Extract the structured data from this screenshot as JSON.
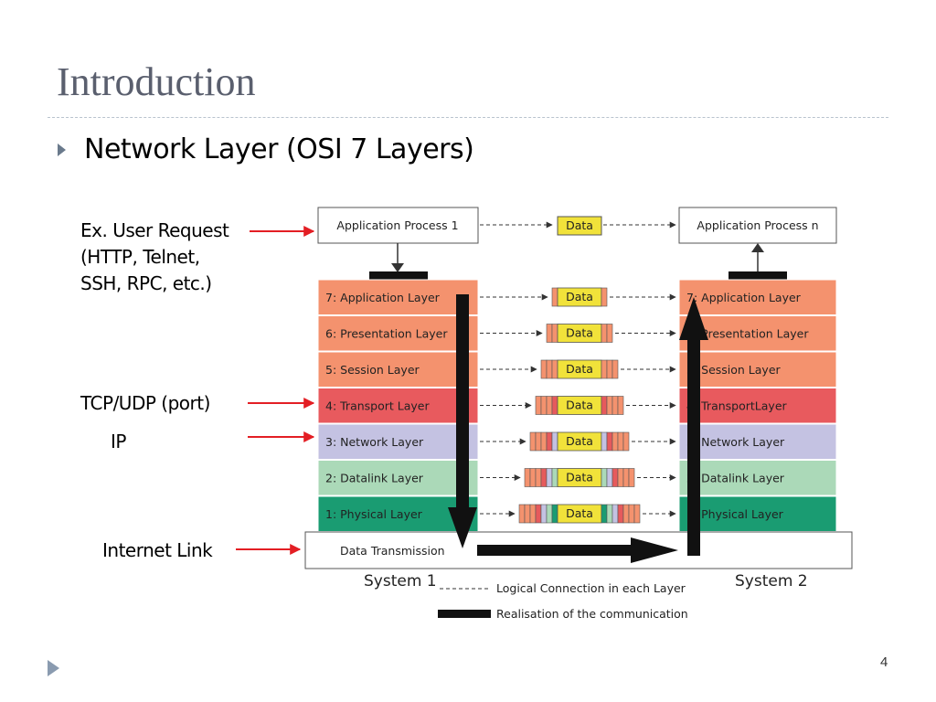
{
  "slide": {
    "title": "Introduction",
    "bullet": "Network Layer (OSI 7 Layers)",
    "page_number": "4"
  },
  "annotations": {
    "user_request": [
      "Ex. User Request",
      "(HTTP, Telnet,",
      "SSH, RPC, etc.)"
    ],
    "tcp_udp": "TCP/UDP (port)",
    "ip": "IP",
    "internet_link": "Internet Link"
  },
  "diagram": {
    "app_process_left": "Application Process 1",
    "app_process_right": "Application Process n",
    "data_label": "Data",
    "layers_left": [
      {
        "label": "7: Application Layer",
        "color": "#f4926e"
      },
      {
        "label": "6: Presentation Layer",
        "color": "#f4926e"
      },
      {
        "label": "5: Session Layer",
        "color": "#f4926e"
      },
      {
        "label": "4: Transport Layer",
        "color": "#e85a5e"
      },
      {
        "label": "3: Network Layer",
        "color": "#c4c2e2"
      },
      {
        "label": "2: Datalink Layer",
        "color": "#abd9b8"
      },
      {
        "label": "1: Physical Layer",
        "color": "#1a9c72"
      }
    ],
    "layers_right": [
      {
        "label": "7: Application Layer",
        "color": "#f4926e"
      },
      {
        "label": "6: Presentation Layer",
        "color": "#f4926e"
      },
      {
        "label": "5: Session Layer",
        "color": "#f4926e"
      },
      {
        "label": "4: TransportLayer",
        "color": "#e85a5e"
      },
      {
        "label": "3: Network Layer",
        "color": "#c4c2e2"
      },
      {
        "label": "2: Datalink Layer",
        "color": "#abd9b8"
      },
      {
        "label": "1: Physical Layer",
        "color": "#1a9c72"
      }
    ],
    "data_transmission": "Data Transmission",
    "system_left": "System 1",
    "system_right": "System 2",
    "legend": {
      "dashed": "Logical Connection  in  each Layer",
      "solid": "Realisation  of the  communication"
    },
    "colors": {
      "data_yellow": "#f1e23a",
      "header_red": "#e65a5c",
      "header_salmon": "#f4926e",
      "network_header": "#c4c2e2",
      "datalink_header": "#abd9b8",
      "physical_header": "#1a9c72"
    }
  }
}
